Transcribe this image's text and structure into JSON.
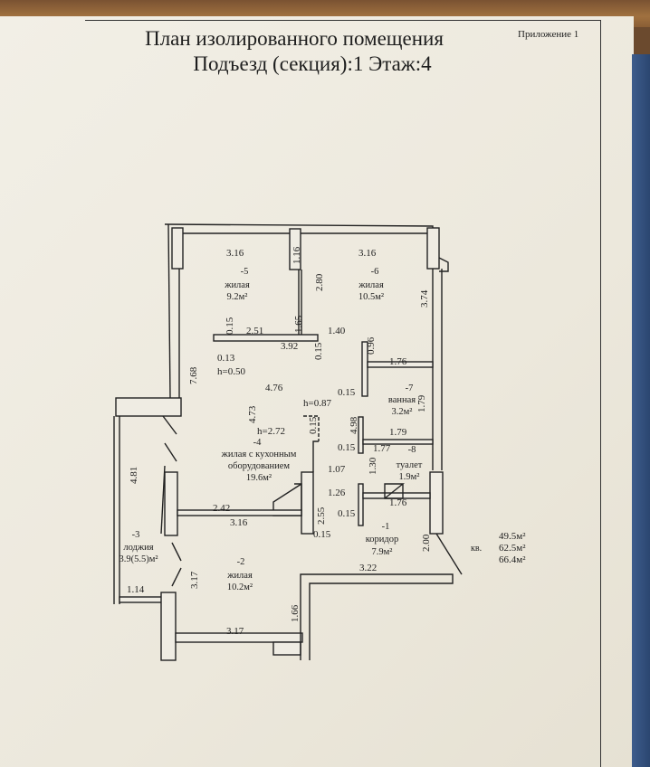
{
  "header": {
    "title": "План изолированного помещения",
    "subtitle": "Подъезд (секция):1    Этаж:4",
    "appendix": "Приложение 1"
  },
  "rooms": [
    {
      "number": "-5",
      "type": "жилая",
      "area": "9.2м²"
    },
    {
      "number": "-6",
      "type": "жилая",
      "area": "10.5м²"
    },
    {
      "number": "-7",
      "type": "ванная",
      "area": "3.2м²"
    },
    {
      "number": "-4",
      "type": "жилая с кухонным",
      "type2": "оборудованием",
      "area": "19.6м²"
    },
    {
      "number": "-8",
      "type": "туалет",
      "area": "1.9м²"
    },
    {
      "number": "-3",
      "type": "лоджия",
      "area": "3.9(5.5)м²"
    },
    {
      "number": "-2",
      "type": "жилая",
      "area": "10.2м²"
    },
    {
      "number": "-1",
      "type": "коридор",
      "area": "7.9м²"
    }
  ],
  "dims": [
    "3.16",
    "1.16",
    "3.16",
    "2.80",
    "1.65",
    "3.74",
    "0.15",
    "2.51",
    "1.40",
    "3.92",
    "0.15",
    "0.13",
    "h=0.50",
    "0.96",
    "1.76",
    "7.68",
    "4.76",
    "0.15",
    "1.79",
    "h=0.87",
    "4.73",
    "h=2.72",
    "0.15",
    "4.98",
    "1.79",
    "0.15",
    "1.77",
    "1.07",
    "1.30",
    "4.81",
    "1.26",
    "1.76",
    "2.42",
    "3.16",
    "2.55",
    "0.15",
    "0.15",
    "2.00",
    "3.17",
    "3.22",
    "1.14",
    "1.66",
    "3.17"
  ],
  "totals": {
    "label": "кв.",
    "living": "49.5м²",
    "total": "62.5м²",
    "with_loggia": "66.4м²"
  }
}
